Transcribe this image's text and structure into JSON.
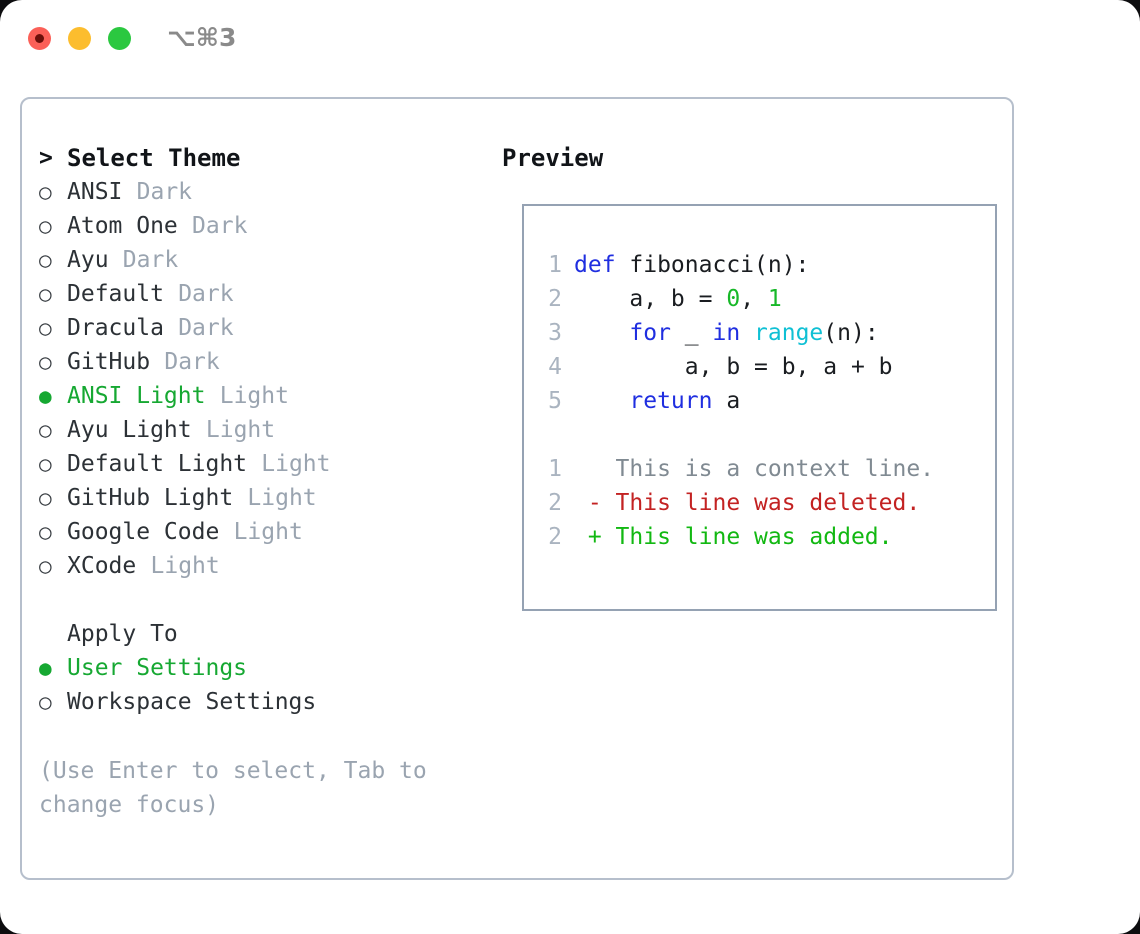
{
  "window": {
    "title": "⌥⌘3",
    "traffic_lights": [
      {
        "name": "close",
        "color": "#fb6058"
      },
      {
        "name": "minimize",
        "color": "#fcbd2e"
      },
      {
        "name": "maximize",
        "color": "#2bc840"
      }
    ]
  },
  "theme_picker": {
    "header_marker": ">",
    "header": "Select Theme",
    "bullet_unselected": "○",
    "bullet_selected": "●",
    "items": [
      {
        "name": "ANSI",
        "variant": "Dark",
        "selected": false
      },
      {
        "name": "Atom One",
        "variant": "Dark",
        "selected": false
      },
      {
        "name": "Ayu",
        "variant": "Dark",
        "selected": false
      },
      {
        "name": "Default",
        "variant": "Dark",
        "selected": false
      },
      {
        "name": "Dracula",
        "variant": "Dark",
        "selected": false
      },
      {
        "name": "GitHub",
        "variant": "Dark",
        "selected": false
      },
      {
        "name": "ANSI Light",
        "variant": "Light",
        "selected": true
      },
      {
        "name": "Ayu Light",
        "variant": "Light",
        "selected": false
      },
      {
        "name": "Default Light",
        "variant": "Light",
        "selected": false
      },
      {
        "name": "GitHub Light",
        "variant": "Light",
        "selected": false
      },
      {
        "name": "Google Code",
        "variant": "Light",
        "selected": false
      },
      {
        "name": "XCode",
        "variant": "Light",
        "selected": false
      }
    ]
  },
  "apply_to": {
    "header": "Apply To",
    "options": [
      {
        "label": "User Settings",
        "selected": true
      },
      {
        "label": "Workspace Settings",
        "selected": false
      }
    ]
  },
  "hint": "(Use Enter to select, Tab to change focus)",
  "preview": {
    "title": "Preview",
    "code_lines": [
      {
        "n": "1",
        "tokens": [
          {
            "t": "def ",
            "c": "kw"
          },
          {
            "t": "fibonacci(n):",
            "c": "plain"
          }
        ]
      },
      {
        "n": "2",
        "tokens": [
          {
            "t": "    a, b = ",
            "c": "plain"
          },
          {
            "t": "0",
            "c": "num"
          },
          {
            "t": ", ",
            "c": "plain"
          },
          {
            "t": "1",
            "c": "num"
          }
        ]
      },
      {
        "n": "3",
        "tokens": [
          {
            "t": "    ",
            "c": "plain"
          },
          {
            "t": "for",
            "c": "kw"
          },
          {
            "t": " _ ",
            "c": "plain"
          },
          {
            "t": "in",
            "c": "kw"
          },
          {
            "t": " ",
            "c": "plain"
          },
          {
            "t": "range",
            "c": "fn"
          },
          {
            "t": "(n):",
            "c": "plain"
          }
        ]
      },
      {
        "n": "4",
        "tokens": [
          {
            "t": "        a, b = b, a + b",
            "c": "plain"
          }
        ]
      },
      {
        "n": "5",
        "tokens": [
          {
            "t": "    ",
            "c": "plain"
          },
          {
            "t": "return",
            "c": "kw"
          },
          {
            "t": " a",
            "c": "plain"
          }
        ]
      },
      {
        "n": "",
        "tokens": [
          {
            "t": "",
            "c": "plain"
          }
        ]
      },
      {
        "n": "1",
        "tokens": [
          {
            "t": "   This is a context line.",
            "c": "ctx"
          }
        ]
      },
      {
        "n": "2",
        "tokens": [
          {
            "t": " - This line was deleted.",
            "c": "del"
          }
        ]
      },
      {
        "n": "2",
        "tokens": [
          {
            "t": " + This line was added.",
            "c": "add"
          }
        ]
      }
    ]
  },
  "colors": {
    "accent_green": "#16a832",
    "muted": "#9aa4b0",
    "keyword": "#1f2ee0",
    "function": "#0fc0d4",
    "number": "#17b828",
    "deleted": "#c32222",
    "added": "#12b812",
    "panel_border": "#b6bfcc",
    "preview_border": "#95a2b3"
  }
}
